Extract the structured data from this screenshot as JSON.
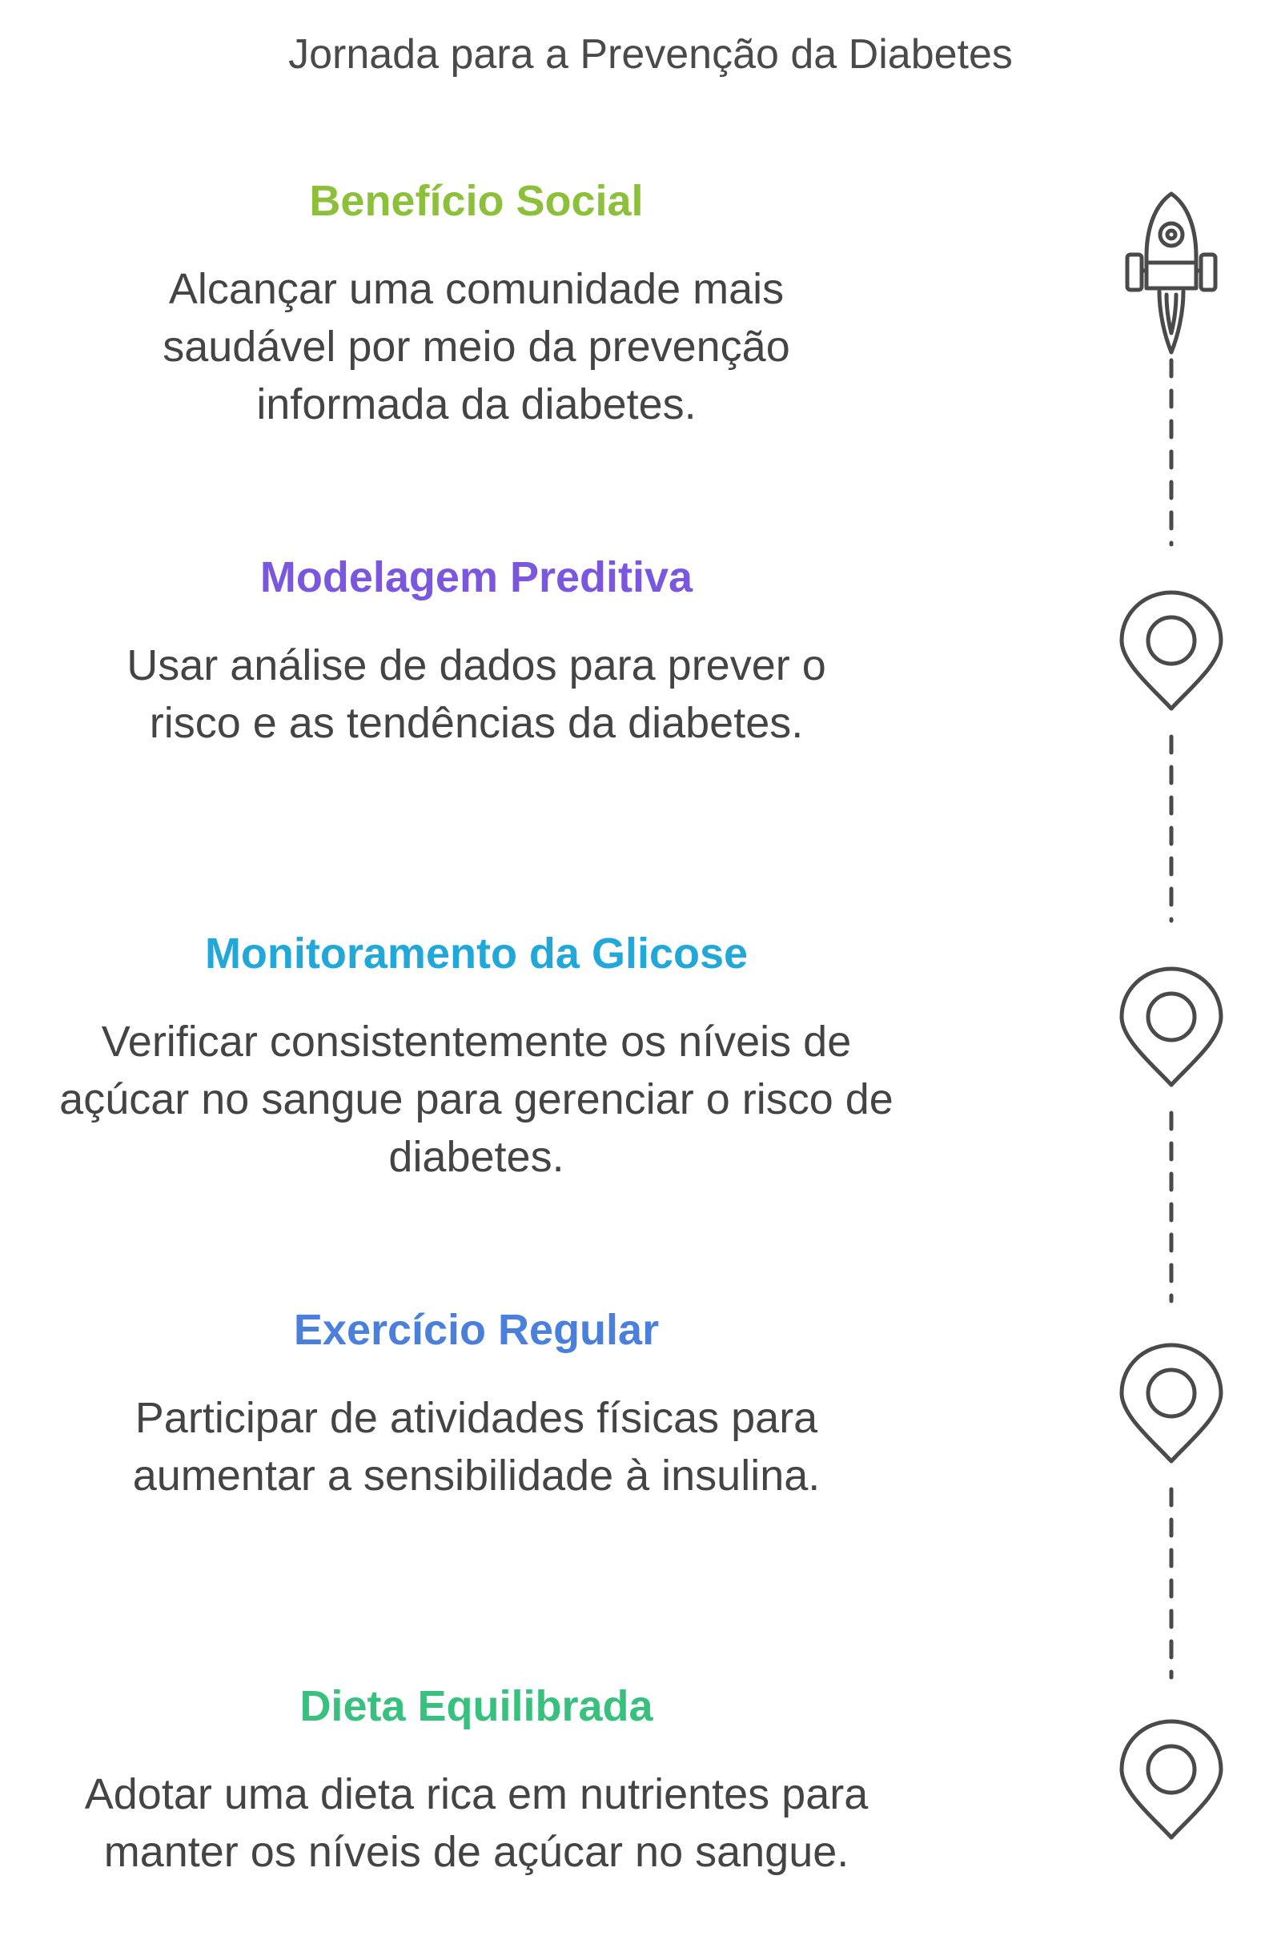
{
  "title": "Jornada para a Prevenção da Diabetes",
  "steps": [
    {
      "heading": "Benefício Social",
      "description": "Alcançar uma comunidade mais saudável por meio da prevenção informada da diabetes.",
      "color": "#8dc03a",
      "icon": "rocket-icon"
    },
    {
      "heading": "Modelagem Preditiva",
      "description": "Usar análise de dados para prever o risco e as tendências da diabetes.",
      "color": "#7b57e0",
      "icon": "map-pin-icon"
    },
    {
      "heading": "Monitoramento da Glicose",
      "description": "Verificar consistentemente os níveis de açúcar no sangue para gerenciar o risco de diabetes.",
      "color": "#21a7d8",
      "icon": "map-pin-icon"
    },
    {
      "heading": "Exercício Regular",
      "description": "Participar de atividades físicas para aumentar a sensibilidade à insulina.",
      "color": "#4a7fdc",
      "icon": "map-pin-icon"
    },
    {
      "heading": "Dieta Equilibrada",
      "description": "Adotar uma dieta rica em nutrientes para manter os níveis de açúcar no sangue.",
      "color": "#37c07e",
      "icon": "map-pin-icon"
    }
  ],
  "icon_color": "#4a4a4a"
}
